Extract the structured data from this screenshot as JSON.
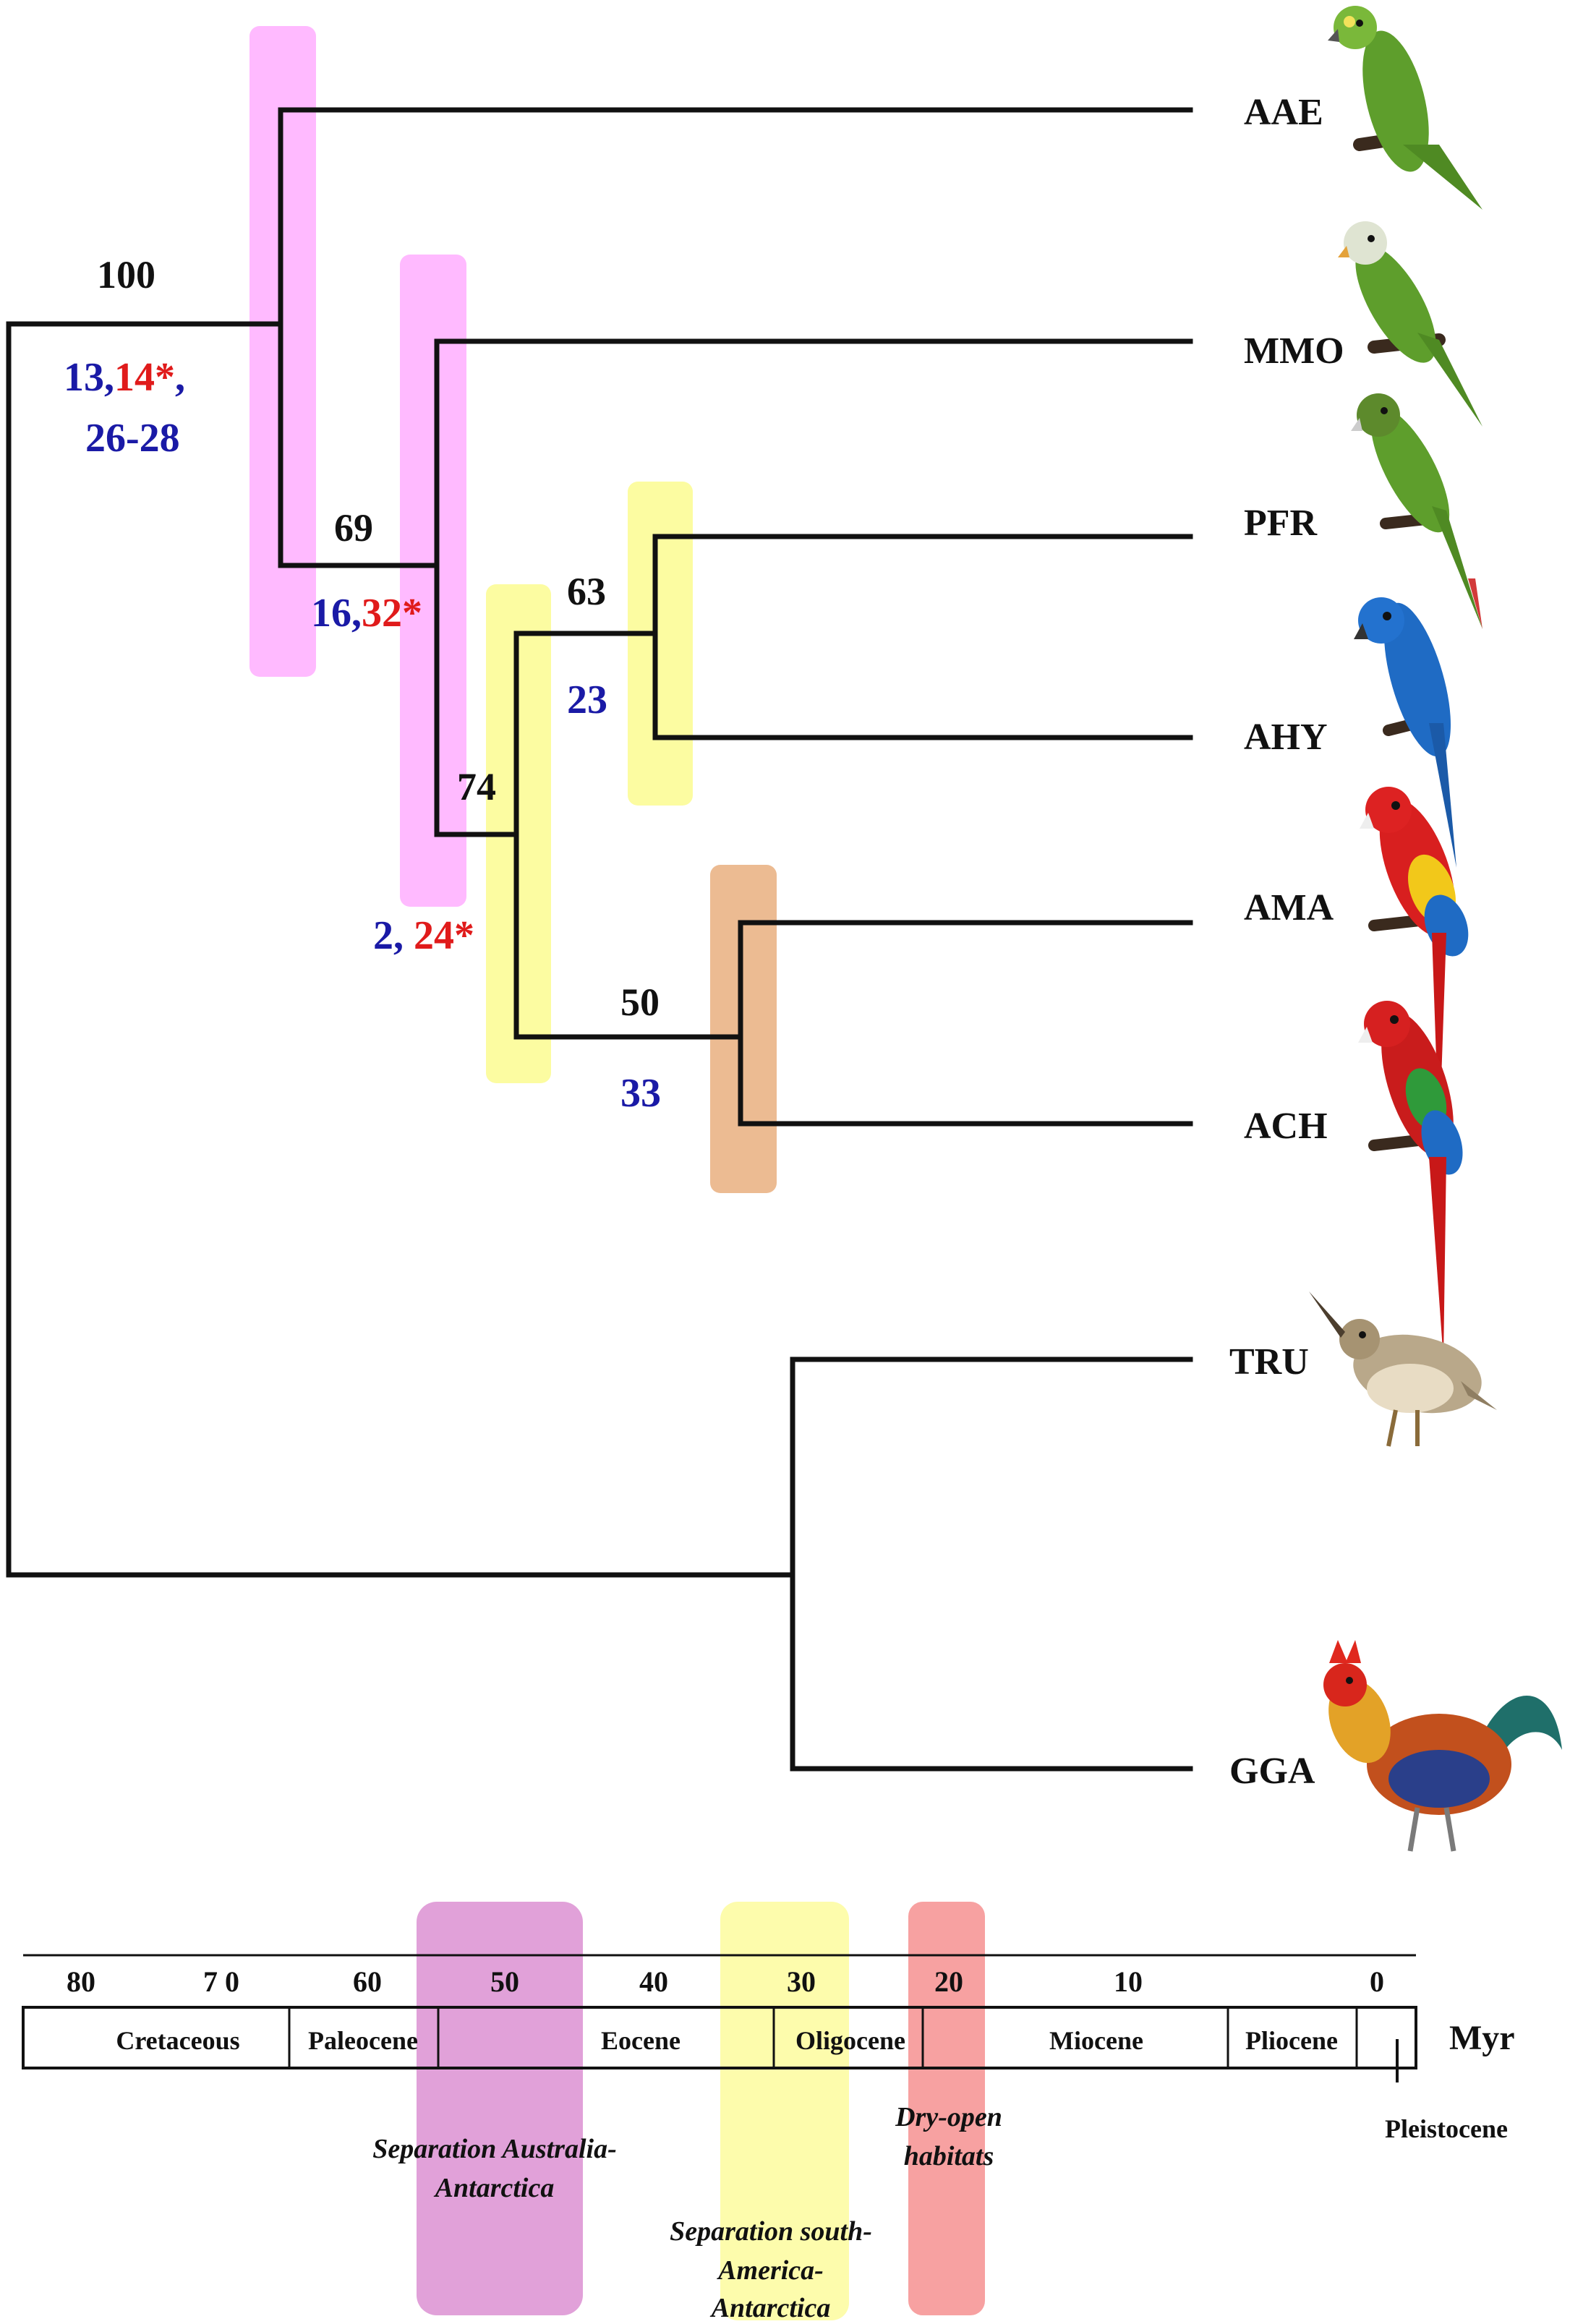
{
  "colors": {
    "pink": "#ff9cff",
    "yellow": "#fbfb8a",
    "orange": "#e6a46e",
    "purple_event": "#d98ad0",
    "yellow_event": "#fdfb9e",
    "red_event": "#f58a8a",
    "blue_text": "#1a1aa6",
    "red_text": "#e01b1b"
  },
  "taxa": [
    {
      "code": "AAE",
      "icon": "green-parrot-icon"
    },
    {
      "code": "MMO",
      "icon": "monk-parakeet-icon"
    },
    {
      "code": "PFR",
      "icon": "green-conure-icon"
    },
    {
      "code": "AHY",
      "icon": "hyacinth-macaw-icon"
    },
    {
      "code": "AMA",
      "icon": "scarlet-macaw-icon"
    },
    {
      "code": "ACH",
      "icon": "red-green-macaw-icon"
    },
    {
      "code": "TRU",
      "icon": "thrush-icon"
    },
    {
      "code": "GGA",
      "icon": "rooster-icon"
    }
  ],
  "nodes": {
    "psittaciformes": {
      "support": "100",
      "events": [
        {
          "text": "13,",
          "color": "blue"
        },
        {
          "text": "14*",
          "color": "red"
        },
        {
          "text": ",",
          "color": "blue"
        }
      ],
      "events_line2": "26-28"
    },
    "mmo_split": {
      "support": "69",
      "events": [
        {
          "text": "16,",
          "color": "blue"
        },
        {
          "text": "32*",
          "color": "red"
        }
      ]
    },
    "macaw_clade": {
      "support": "74",
      "events": [
        {
          "text": "2,",
          "color": "blue"
        },
        {
          "text": " 24*",
          "color": "red"
        }
      ]
    },
    "pfr_ahy": {
      "support": "63",
      "events_text": "23"
    },
    "ama_ach": {
      "support": "50",
      "events_text": "33"
    }
  },
  "timescale": {
    "ticks": [
      "80",
      "7 0",
      "60",
      "50",
      "40",
      "30",
      "20",
      "10",
      "0"
    ],
    "epochs": [
      "Cretaceous",
      "Paleocene",
      "Eocene",
      "Oligocene",
      "Miocene",
      "Pliocene",
      "Pleistocene"
    ],
    "unit": "Myr"
  },
  "events": {
    "australia": {
      "line1": "Separation Australia-",
      "line2": "Antarctica"
    },
    "south_america": {
      "line1": "Separation south-",
      "line2": "America-",
      "line3": "Antarctica"
    },
    "dry_open": {
      "line1": "Dry-open",
      "line2": "habitats"
    }
  }
}
